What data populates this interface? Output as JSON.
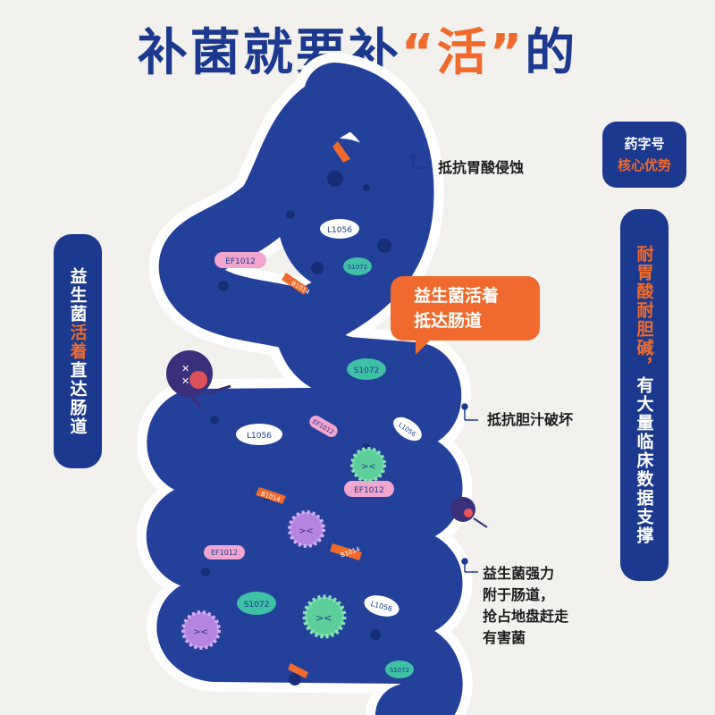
{
  "title": {
    "prefix": "补菌就要补",
    "highlight": "“活”",
    "suffix": "的"
  },
  "left_pill": {
    "line1": "益生菌",
    "line2": "活着",
    "line3": "直达肠道"
  },
  "right_badge": {
    "line1": "药字号",
    "line2": "核心优势"
  },
  "right_pill": {
    "part1": "耐胃酸",
    "part2": "耐胆碱，",
    "part3": "有大量临床数据支撑"
  },
  "callouts": {
    "stomach": "抵抗胃酸侵蚀",
    "bile": "抵抗胆汁破坏",
    "intestine": [
      "益生菌强力",
      "附于肠道，",
      "抢占地盘赶走",
      "有害菌"
    ]
  },
  "speech_bubble": {
    "line1": "益生菌活着",
    "line2": "抵达肠道"
  },
  "strain_labels": {
    "l1056": "L1056",
    "ef1012": "EF1012",
    "s1072": "S1072",
    "b1014": "B1014"
  },
  "colors": {
    "background": "#f3f1ee",
    "navy": "#1b3a8f",
    "gut": "#23409a",
    "orange": "#ef6a2c",
    "pink": "#f2a6cf",
    "teal": "#3fc1a5"
  }
}
